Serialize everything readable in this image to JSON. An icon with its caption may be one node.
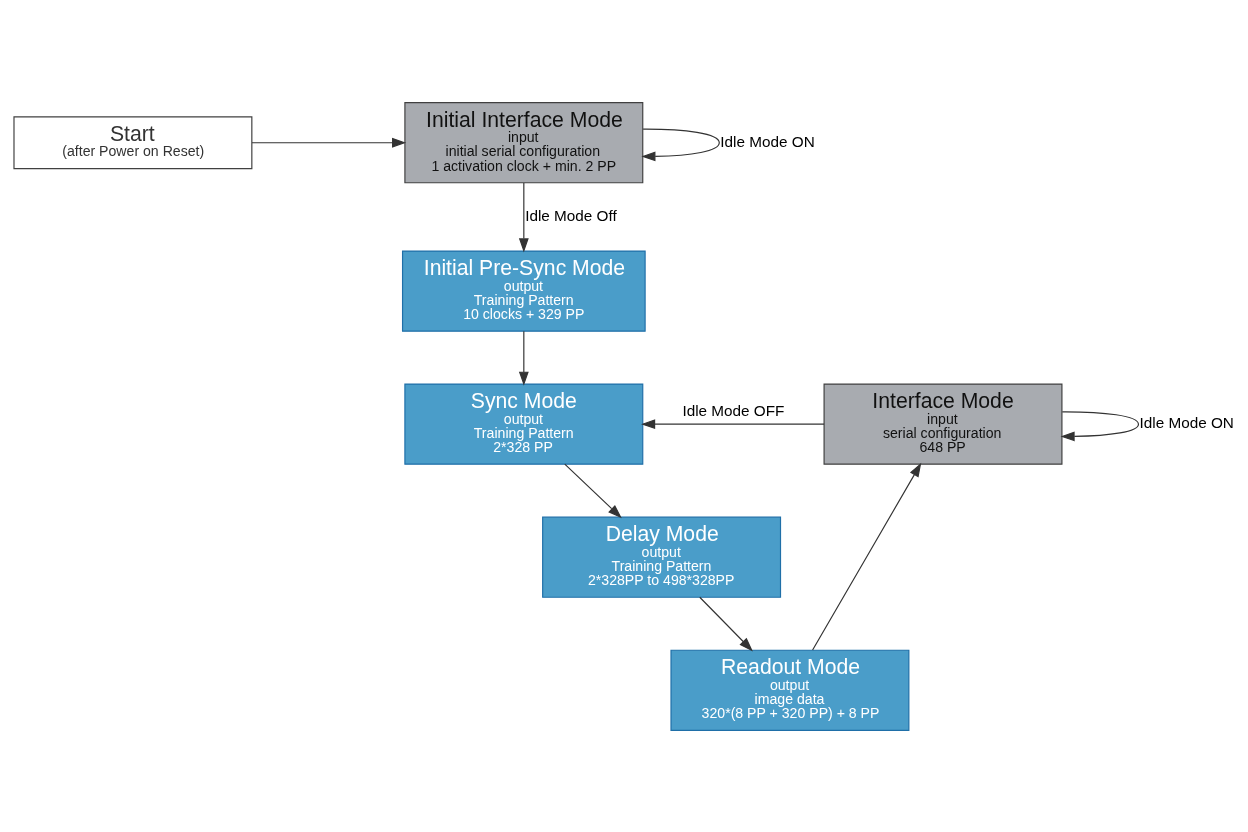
{
  "diagram": {
    "nodes": [
      {
        "text": [
          "Start",
          "(after Power on Reset)"
        ]
      },
      {
        "text": [
          "Initial Interface Mode",
          "input",
          "initial serial configuration",
          "1 activation clock + min. 2 PP"
        ]
      },
      {
        "text": [
          "Initial Pre-Sync Mode",
          "output",
          "Training Pattern",
          "10 clocks + 329 PP"
        ]
      },
      {
        "text": [
          "Sync Mode",
          "output",
          "Training Pattern",
          "2*328 PP"
        ]
      },
      {
        "text": [
          "Interface Mode",
          "input",
          "serial configuration",
          "648 PP"
        ]
      },
      {
        "text": [
          "Delay Mode",
          "output",
          "Training Pattern",
          "2*328PP to 498*328PP"
        ]
      },
      {
        "text": [
          "Readout Mode",
          "output",
          "image data",
          "320*(8 PP + 320 PP) + 8 PP"
        ]
      }
    ],
    "edges": [
      {
        "from": 0,
        "to": 1,
        "arrow": "to"
      },
      {
        "from": 1,
        "to": 1,
        "arrow": "to",
        "label": "Idle Mode ON"
      },
      {
        "from": 1,
        "to": 2,
        "arrow": "to",
        "label": "Idle Mode Off"
      },
      {
        "from": 2,
        "to": 3,
        "arrow": "to"
      },
      {
        "from": 4,
        "to": 4,
        "arrow": "to",
        "label": "Idle Mode ON"
      },
      {
        "from": 4,
        "to": 3,
        "arrow": "to",
        "label": "Idle Mode OFF"
      },
      {
        "from": 3,
        "to": 5,
        "arrow": "to"
      },
      {
        "from": 5,
        "to": 6,
        "arrow": "to"
      },
      {
        "from": 6,
        "to": 4,
        "arrow": "to"
      }
    ]
  }
}
